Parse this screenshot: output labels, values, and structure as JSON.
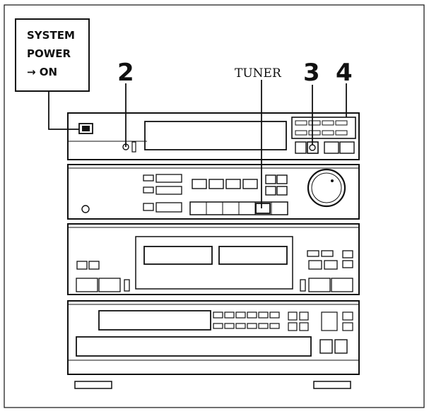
{
  "callout": {
    "line1": "SYSTEM",
    "line2": "POWER",
    "line3": "→ ON"
  },
  "steps": {
    "step2": "2",
    "step3": "3",
    "step4": "4"
  },
  "labels": {
    "tuner": "TUNER"
  },
  "colors": {
    "ink": "#111111",
    "paper": "#ffffff"
  }
}
